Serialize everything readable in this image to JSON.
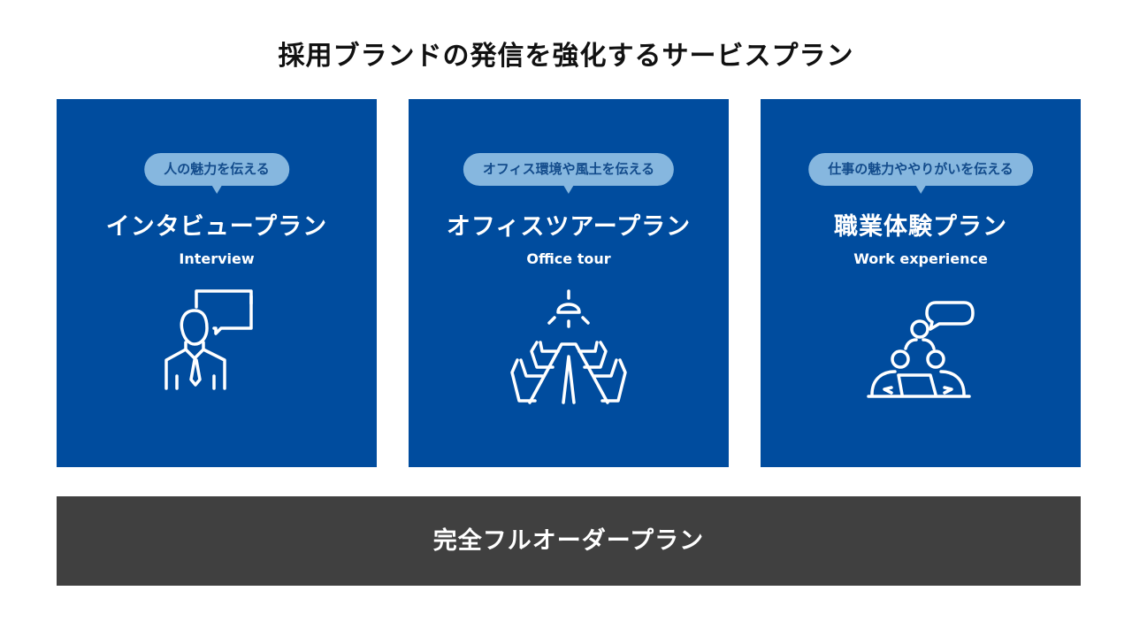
{
  "title": "採用ブランドの発信を強化するサービスプラン",
  "colors": {
    "card": "#004c9e",
    "pill": "#86b7df",
    "bottom": "#404040"
  },
  "plans": [
    {
      "tag": "人の魅力を伝える",
      "name": "インタビュープラン",
      "en": "Interview",
      "icon": "interview-icon"
    },
    {
      "tag": "オフィス環境や風土を伝える",
      "name": "オフィスツアープラン",
      "en": "Office tour",
      "icon": "meeting-room-icon"
    },
    {
      "tag": "仕事の魅力ややりがいを伝える",
      "name": "職業体験プラン",
      "en": "Work experience",
      "icon": "team-discussion-icon"
    }
  ],
  "full_order": "完全フルオーダープラン"
}
